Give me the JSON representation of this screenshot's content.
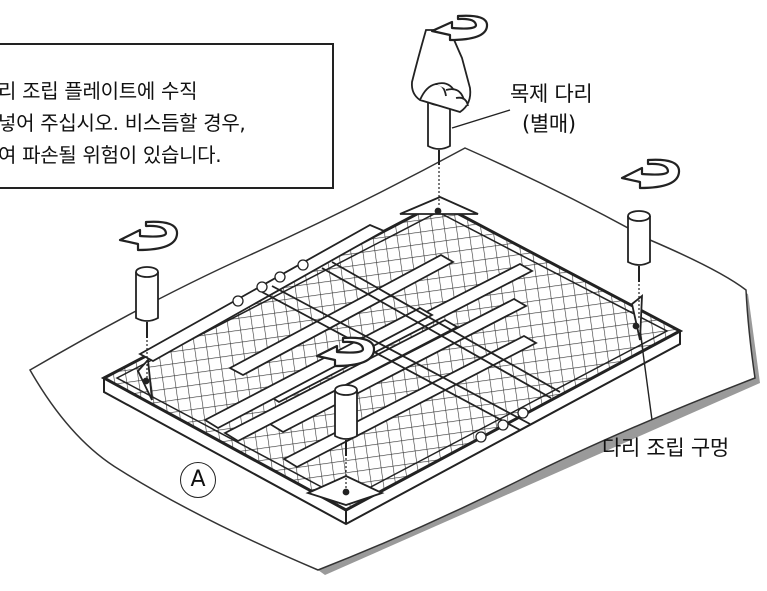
{
  "notice": {
    "lines": [
      "리 조립 플레이트에 수직",
      "넣어 주십시오. 비스듬할 경우,",
      "여 파손될 위험이 있습니다."
    ]
  },
  "labels": {
    "wooden_leg_line1": "목제 다리",
    "wooden_leg_line2": "(별매)",
    "assembly_hole": "다리 조립 구멍",
    "circle_marker": "A"
  },
  "icons": [
    "rotation-arrow-icon",
    "hand-icon"
  ],
  "colors": {
    "line": "#222222",
    "sheet_shadow": "#8c8c8c",
    "background": "#ffffff"
  }
}
